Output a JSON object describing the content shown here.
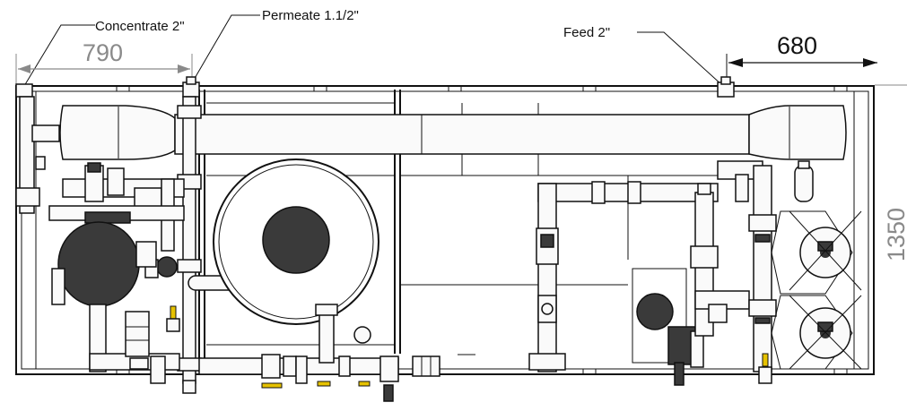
{
  "callouts": {
    "concentrate": "Concentrate 2\"",
    "permeate": "Permeate 1.1/2\"",
    "feed": "Feed 2\""
  },
  "dimensions": {
    "left_width": "790",
    "right_width": "680",
    "height": "1350"
  },
  "colors": {
    "line": "#111111",
    "grey_dimension": "#8a8a8a",
    "valve_handle": "#e6c200"
  }
}
